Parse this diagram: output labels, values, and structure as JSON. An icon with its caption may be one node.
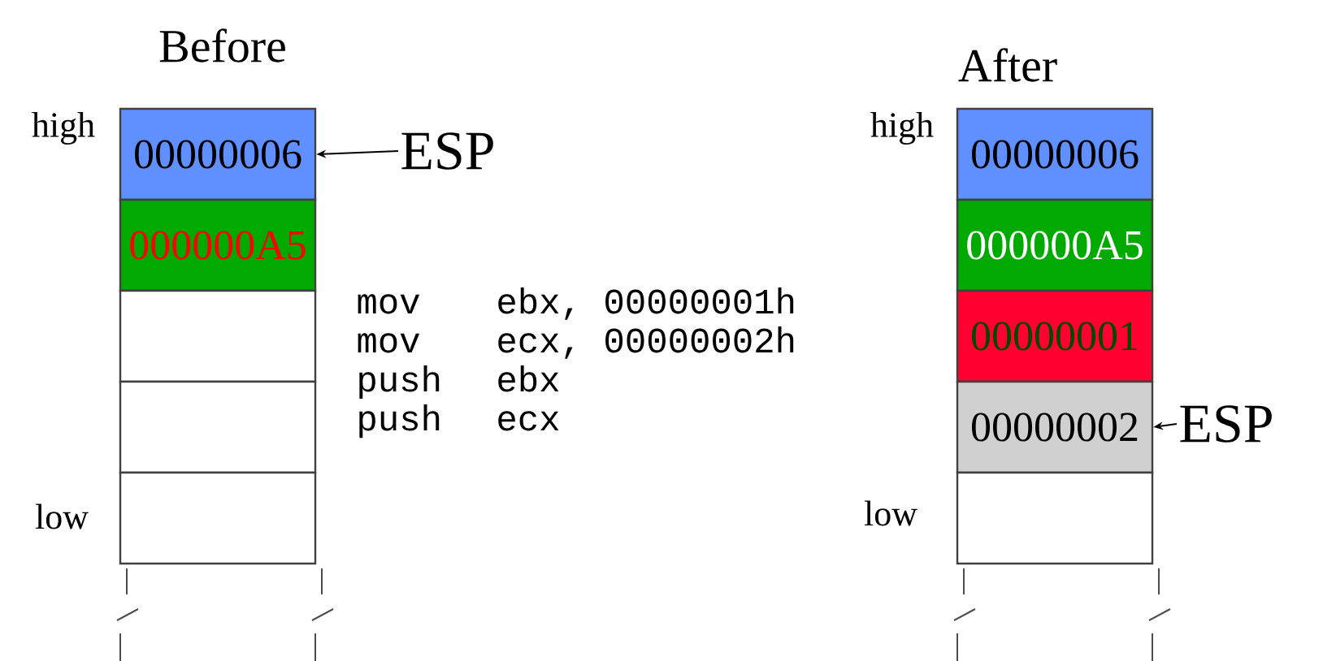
{
  "diagram": {
    "nodes": [
      {
        "text": [
          "00000006"
        ]
      },
      {
        "text": [
          "000000A5"
        ]
      },
      {
        "text": [],
        "shape": "box"
      },
      {
        "text": [],
        "shape": "box"
      },
      {
        "text": [],
        "shape": "box"
      },
      {
        "text": [
          "ESP"
        ]
      },
      {
        "text": [
          "00000006"
        ]
      },
      {
        "text": [
          "000000A5"
        ]
      },
      {
        "text": [
          "00000001"
        ]
      },
      {
        "text": [
          "00000002"
        ]
      },
      {
        "text": [],
        "shape": "box"
      },
      {
        "text": [
          "ESP"
        ]
      }
    ],
    "edges": [
      {
        "from": 5,
        "to": 0,
        "arrow": "to"
      },
      {
        "from": 11,
        "to": 9,
        "arrow": "to"
      }
    ],
    "labels": [
      "Before",
      "After",
      "high",
      "high",
      "mov",
      "ebx, 00000001h",
      "mov",
      "ecx, 00000002h",
      "push",
      "ebx",
      "push",
      "ecx",
      "low",
      "low"
    ]
  }
}
